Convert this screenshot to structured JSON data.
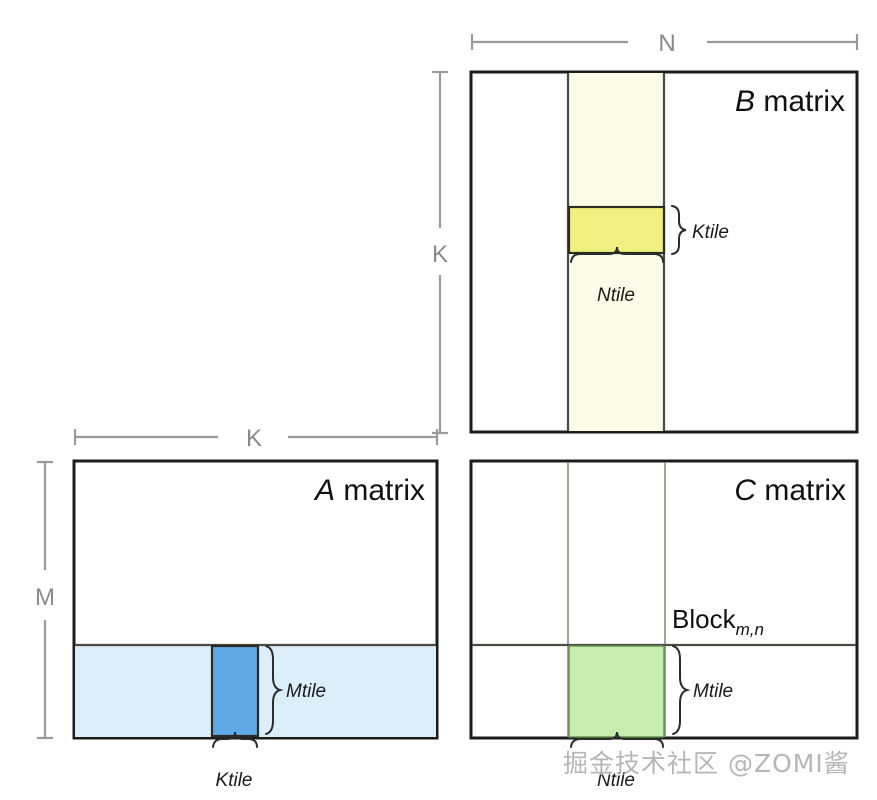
{
  "diagram": {
    "title_a": "A matrix",
    "title_b": "B matrix",
    "title_c": "C matrix",
    "matrix_a": {
      "name_italic": "A",
      "name_rest": " matrix",
      "row_band_color": "#ddeefb",
      "tile_color": "#5fa9e8",
      "tile_label": "Ktile",
      "band_label": "Mtile"
    },
    "matrix_b": {
      "name_italic": "B",
      "name_rest": " matrix",
      "col_band_color": "#fbfbe6",
      "tile_color": "#f0f07f",
      "tile_label": "Ktile",
      "band_label": "Ntile"
    },
    "matrix_c": {
      "name_italic": "C",
      "name_rest": " matrix",
      "tile_color": "#c6edae",
      "block_label": "Block",
      "block_subscript": "m,n",
      "tile_label_v": "Mtile",
      "tile_label_h": "Ntile"
    },
    "dimensions": {
      "n": "N",
      "k_top": "K",
      "k_side": "K",
      "m": "M"
    },
    "colors": {
      "outline": "#1c1c1c",
      "dim_line": "#9a9a9a",
      "dim_text": "#8a8a8a",
      "a_band": "#ddeefb",
      "a_tile": "#5fa9e8",
      "b_band": "#fbfbe6",
      "b_tile": "#f0f07f",
      "c_tile": "#c6edae"
    }
  },
  "watermark": {
    "text": "掘金技术社区 @ZOMI酱"
  }
}
